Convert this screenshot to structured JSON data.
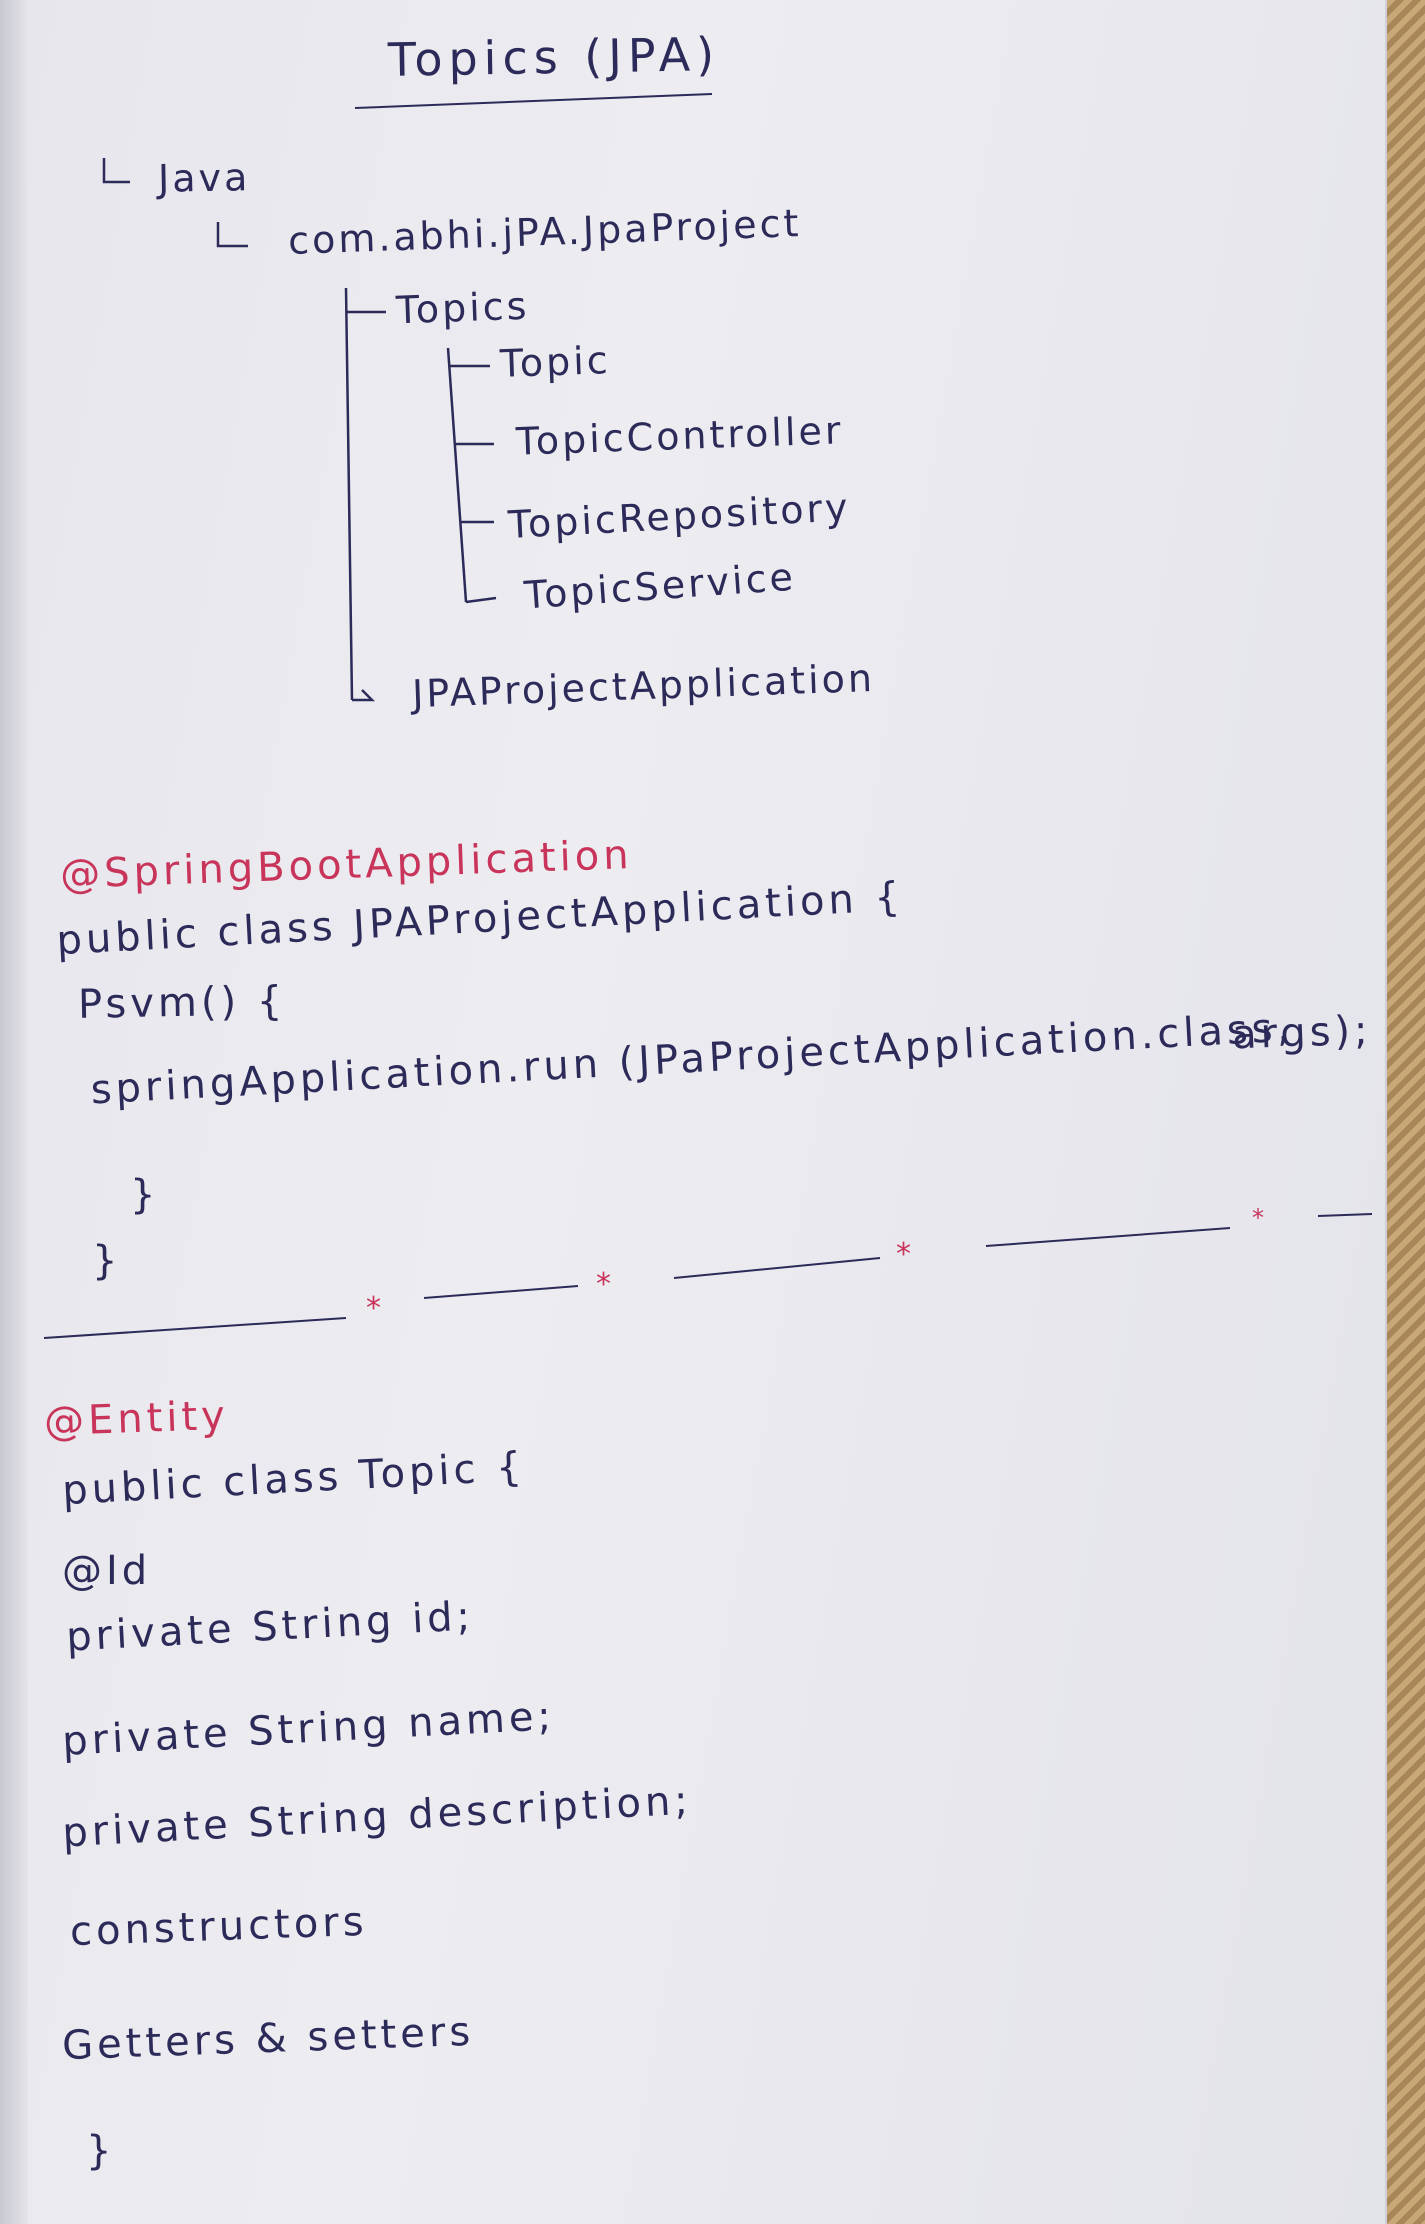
{
  "title": "Topics (JPA)",
  "tree": {
    "root": "Java",
    "package": "com.abhi.jPA.JpaProject",
    "folder": "Topics",
    "files": [
      "Topic",
      "TopicController",
      "TopicRepository",
      "TopicService"
    ],
    "app": "JPAProjectApplication"
  },
  "app_code": {
    "annotation": "@SpringBootApplication",
    "class_decl": "public class JPAProjectApplication {",
    "main_decl": "Psvm() {",
    "run_line": "springApplication.run (JPaProjectApplication.class,",
    "args": "args);",
    "close_inner": "}",
    "close_outer": "}"
  },
  "entity_code": {
    "annotation": "@Entity",
    "class_decl": "public class Topic {",
    "id_annotation": "@Id",
    "field_id": "private String id;",
    "field_name": "private String name;",
    "field_desc": "private String description;",
    "constructors": "constructors",
    "getters": "Getters & setters",
    "close": "}"
  },
  "colors": {
    "ink": "#2c2a58",
    "red_ink": "#c8345a",
    "paper": "#e9e9ee"
  }
}
